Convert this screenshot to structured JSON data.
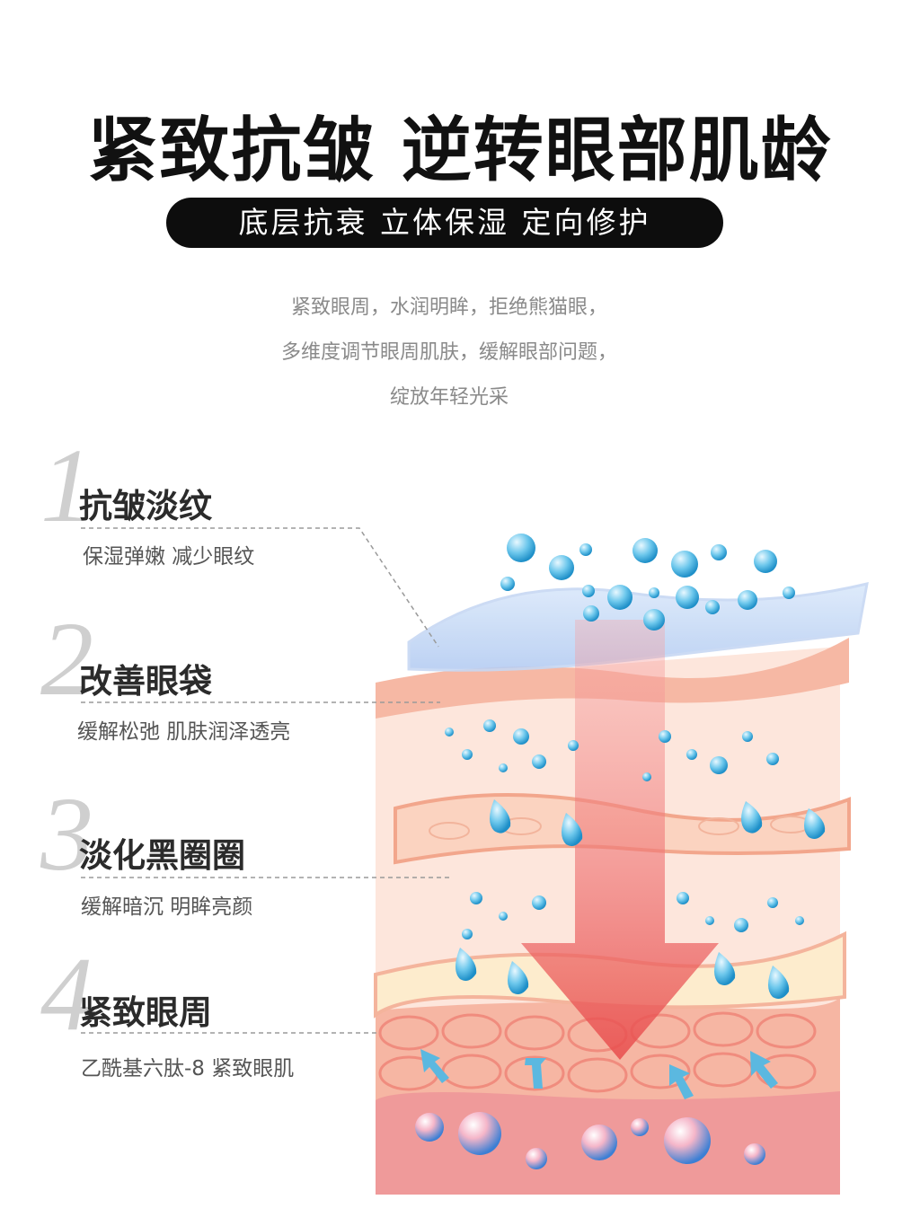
{
  "title": "紧致抗皱 逆转眼部肌龄",
  "pill": "底层抗衰  立体保湿  定向修护",
  "intro": [
    "紧致眼周，水润明眸，拒绝熊猫眼，",
    "多维度调节眼周肌肤，缓解眼部问题，",
    "绽放年轻光采"
  ],
  "features": [
    {
      "num": "1",
      "title": "抗皱淡纹",
      "desc": "保湿弹嫩 减少眼纹"
    },
    {
      "num": "2",
      "title": "改善眼袋",
      "desc": "缓解松弛 肌肤润泽透亮"
    },
    {
      "num": "3",
      "title": "淡化黑圈圈",
      "desc": "缓解暗沉 明眸亮颜"
    },
    {
      "num": "4",
      "title": "紧致眼周",
      "desc": "乙酰基六肽-8 紧致眼肌"
    }
  ],
  "colors": {
    "skin_layer": "#f6b8a4",
    "cell_layer": "#f4a896",
    "base_layer": "#ec8f8f",
    "water_drop": "#5bb8e0",
    "arrow": "#ef6b6b"
  }
}
